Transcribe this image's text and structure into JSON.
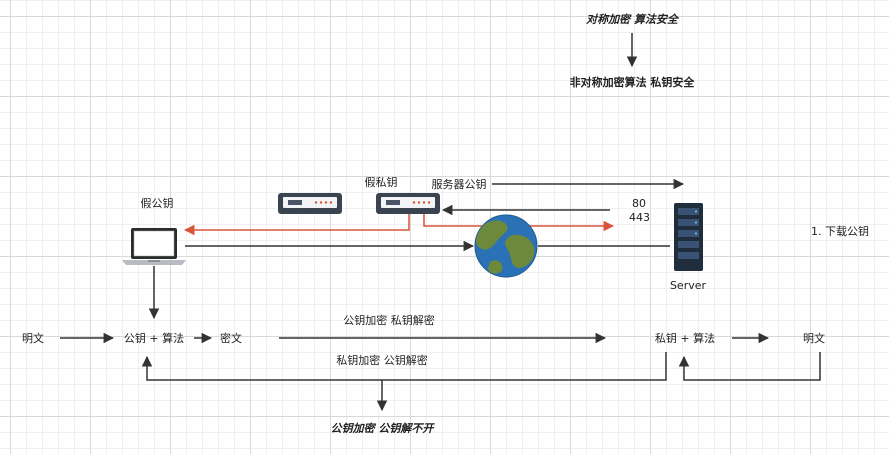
{
  "colors": {
    "line": "#333333",
    "accent_red": "#d9533a",
    "device_body": "#3a4350",
    "device_face": "#f3f4f6",
    "globe_ocean": "#2a72b5",
    "globe_land": "#6d8a3c"
  },
  "top": {
    "symmetric": "对称加密 算法安全",
    "asymmetric": "非对称加密算法 私钥安全"
  },
  "network": {
    "fake_public_key": "假公钥",
    "fake_private_key": "假私钥",
    "server_public_key": "服务器公钥",
    "port_80": "80",
    "port_443": "443",
    "server_label": "Server",
    "download_step": "1. 下载公钥"
  },
  "flow": {
    "plaintext_left": "明文",
    "pubkey_algo": "公钥 + 算法",
    "ciphertext": "密文",
    "pub_enc_priv_dec": "公钥加密  私钥解密",
    "privkey_algo": "私钥 + 算法",
    "plaintext_right": "明文",
    "priv_enc_pub_dec": "私钥加密 公钥解密",
    "conclusion": "公钥加密 公钥解不开"
  },
  "icons": {
    "laptop": "laptop-icon",
    "router": "router-icon",
    "globe": "globe-icon",
    "server": "server-icon"
  }
}
